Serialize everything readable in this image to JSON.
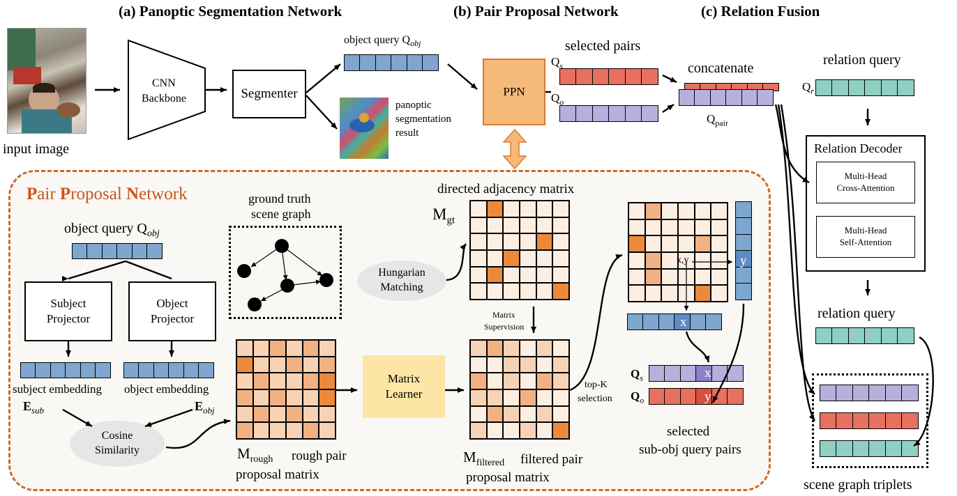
{
  "headers": {
    "panoptic": "(a) Panoptic Segmentation Network",
    "pair": "(b) Pair Proposal Network",
    "fusion": "(c) Relation Fusion"
  },
  "top": {
    "input_image": "input image",
    "cnn_line1": "CNN",
    "cnn_line2": "Backbone",
    "segmenter": "Segmenter",
    "object_query": "object query Q",
    "object_query_sub": "obj",
    "panoptic_line1": "panoptic",
    "panoptic_line2": "segmentation",
    "panoptic_line3": "result",
    "ppn": "PPN",
    "selected_pairs": "selected pairs",
    "qs": "Q",
    "qs_sub": "s",
    "qo": "Q",
    "qo_sub": "o",
    "concatenate": "concatenate",
    "qpair": "Q",
    "qpair_sub": "pair"
  },
  "fusion": {
    "relation_query_top": "relation query",
    "qr": "Q",
    "qr_sub": "r",
    "decoder_title": "Relation Decoder",
    "cross_line1": "Multi-Head",
    "cross_line2": "Cross-Attention",
    "self_line1": "Multi-Head",
    "self_line2": "Self-Attention",
    "relation_query_bottom": "relation query",
    "triplets": "scene graph triplets"
  },
  "ppn_panel": {
    "title_P1": "P",
    "title_air": "air ",
    "title_P2": "P",
    "title_roposal": "roposal ",
    "title_N": "N",
    "title_etwork": "etwork",
    "object_query": "object query Q",
    "object_query_sub": "obj",
    "gt_line1": "ground truth",
    "gt_line2": "scene graph",
    "subject_proj_line1": "Subject",
    "subject_proj_line2": "Projector",
    "object_proj_line1": "Object",
    "object_proj_line2": "Projector",
    "subject_embedding": "subject embedding",
    "object_embedding": "object embedding",
    "esub": "E",
    "esub_sub": "sub",
    "eobj": "E",
    "eobj_sub": "obj",
    "cosine_line1": "Cosine",
    "cosine_line2": "Similarity",
    "hungarian_line1": "Hungarian",
    "hungarian_line2": "Matching",
    "directed_adjacency": "directed adjacency matrix",
    "mgt": "M",
    "mgt_sub": "gt",
    "matrix_sup_line1": "Matrix",
    "matrix_sup_line2": "Supervision",
    "matrix_learner_line1": "Matrix",
    "matrix_learner_line2": "Learner",
    "mrough": "M",
    "mrough_sub": "rough",
    "rough_caption1": "rough pair",
    "rough_caption2": "proposal matrix",
    "mfiltered": "M",
    "mfiltered_sub": "filtered",
    "filtered_caption1": "filtered pair",
    "filtered_caption2": "proposal matrix",
    "topk_line1": "top-K",
    "topk_line2": "selection",
    "xy": "x,y",
    "x": "x",
    "y": "y",
    "qs": "Q",
    "qs_sub": "s",
    "qo": "Q",
    "qo_sub": "o",
    "selected_line1": "selected",
    "selected_line2": "sub-obj query pairs"
  },
  "colors": {
    "blue": "#7ea6cf",
    "red": "#e8705f",
    "purple": "#b7afdc",
    "teal": "#8fd0c3",
    "ppn_fill": "#f5b97a",
    "ppn_border": "#d97a32",
    "panel_border": "#c86a2a",
    "panel_fill": "#faf8f4",
    "learner_fill": "#fde5a6",
    "cell_light": "#fdeee2",
    "cell_dark": "#ec8a3c"
  }
}
